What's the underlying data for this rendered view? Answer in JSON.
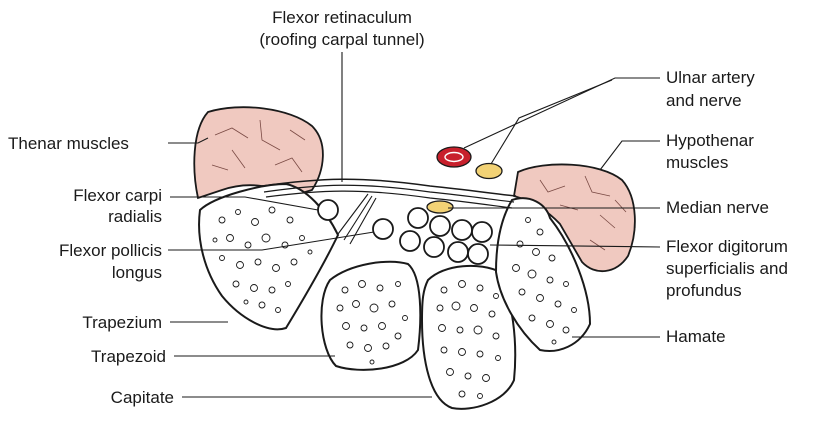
{
  "labels": {
    "flexor_retinaculum_1": "Flexor retinaculum",
    "flexor_retinaculum_2": "(roofing carpal tunnel)",
    "thenar": "Thenar muscles",
    "fcr_1": "Flexor carpi",
    "fcr_2": "radialis",
    "fpl_1": "Flexor pollicis",
    "fpl_2": "longus",
    "trapezium": "Trapezium",
    "trapezoid": "Trapezoid",
    "capitate": "Capitate",
    "ulnar_1": "Ulnar artery",
    "ulnar_2": "and nerve",
    "hypothenar_1": "Hypothenar",
    "hypothenar_2": "muscles",
    "median": "Median nerve",
    "fd_1": "Flexor digitorum",
    "fd_2": "superficialis and",
    "fd_3": "profundus",
    "hamate": "Hamate"
  },
  "colors": {
    "muscle": "#f0c9c0",
    "ulnar_artery": "#c8202c",
    "nerve": "#f2d275",
    "line": "#1a1a1a"
  }
}
